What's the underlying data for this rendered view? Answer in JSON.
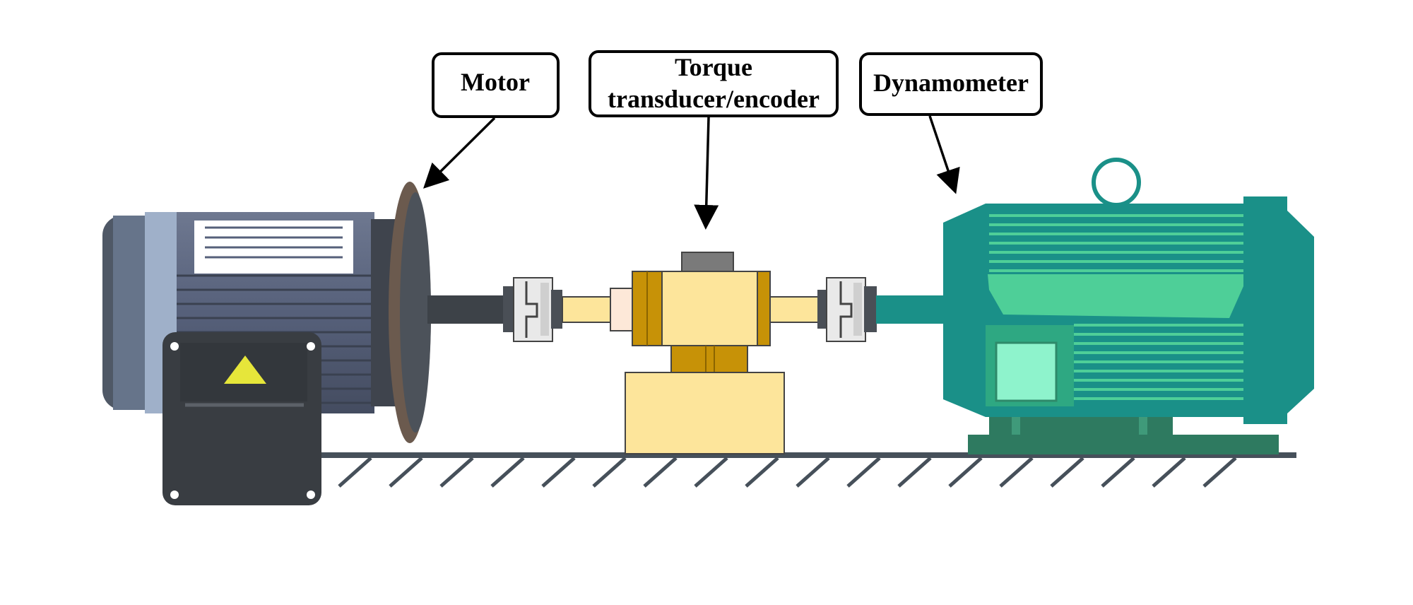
{
  "labels": {
    "motor": "Motor",
    "torque_line1": "Torque",
    "torque_line2": "transducer/encoder",
    "dynamometer": "Dynamometer"
  },
  "colors": {
    "motor_body": "#5a6478",
    "motor_dark": "#3a3e44",
    "flange": "#6b5a4e",
    "shaft": "#3d4248",
    "coupling": "#e9e9e9",
    "transducer_light": "#fde59b",
    "transducer_gold": "#c79207",
    "transducer_top": "#7a7a7a",
    "dyno_main": "#1a9088",
    "dyno_light": "#4ecf98",
    "dyno_window": "#8ef3cc",
    "dyno_base": "#2e7a60",
    "ground": "#46505a",
    "warning": "#e6e63a"
  },
  "icons": {
    "motor": "electric-motor-icon",
    "transducer": "torque-transducer-icon",
    "dynamometer": "dynamometer-icon",
    "warning": "warning-triangle-icon"
  }
}
